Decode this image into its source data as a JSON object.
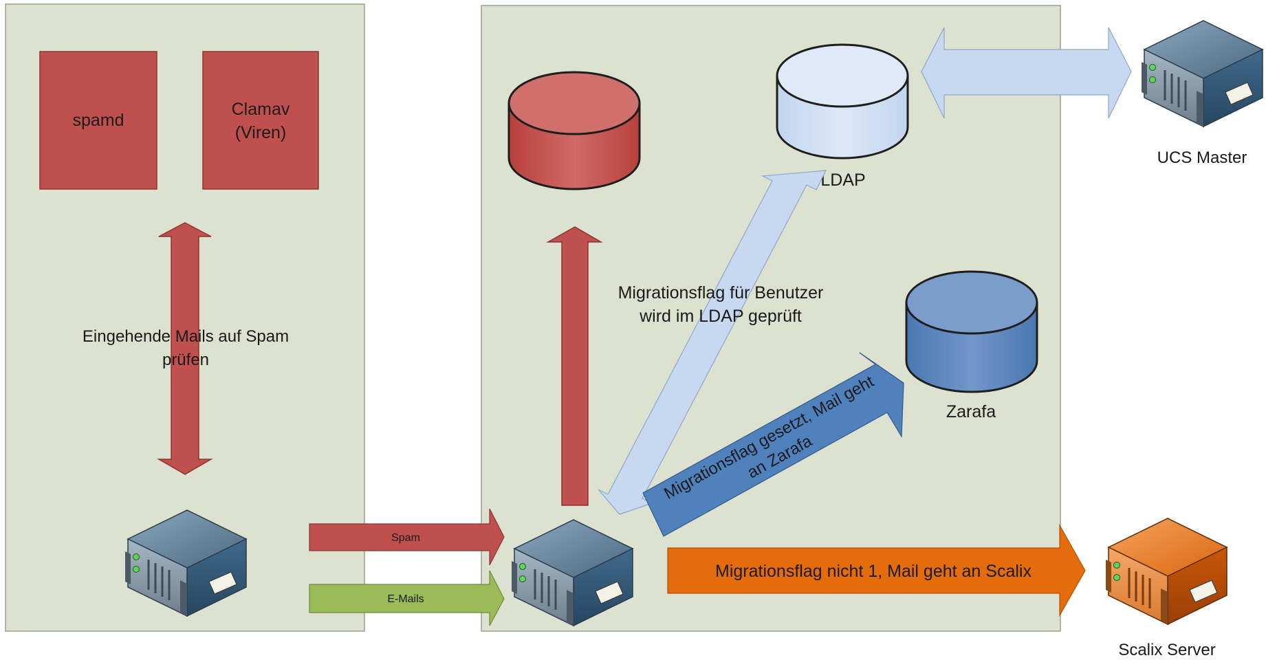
{
  "boxes": {
    "spamd": "spamd",
    "clamav_line1": "Clamav",
    "clamav_line2": "(Viren)"
  },
  "labels": {
    "spam_check_line1": "Eingehende Mails auf Spam",
    "spam_check_line2": "prüfen",
    "ldap_check_line1": "Migrationsflag für Benutzer",
    "ldap_check_line2": "wird im LDAP geprüft",
    "zarafa_arrow_line1": "Migrationsflag gesetzt, Mail geht",
    "zarafa_arrow_line2": "an Zarafa",
    "scalix_arrow": "Migrationsflag nicht 1, Mail geht an Scalix",
    "spam_arrow": "Spam",
    "emails_arrow": "E-Mails"
  },
  "nodes": {
    "ldap": "LDAP",
    "zarafa": "Zarafa",
    "ucs_master": "UCS Master",
    "scalix_server": "Scalix Server"
  },
  "colors": {
    "panel": "#dde1cf",
    "red": "#c0504d",
    "light_blue": "#c6d9f1",
    "blue": "#4f81bd",
    "green": "#9bbb59",
    "orange": "#e46c0a"
  },
  "icons": [
    "server-icon",
    "database-icon"
  ]
}
